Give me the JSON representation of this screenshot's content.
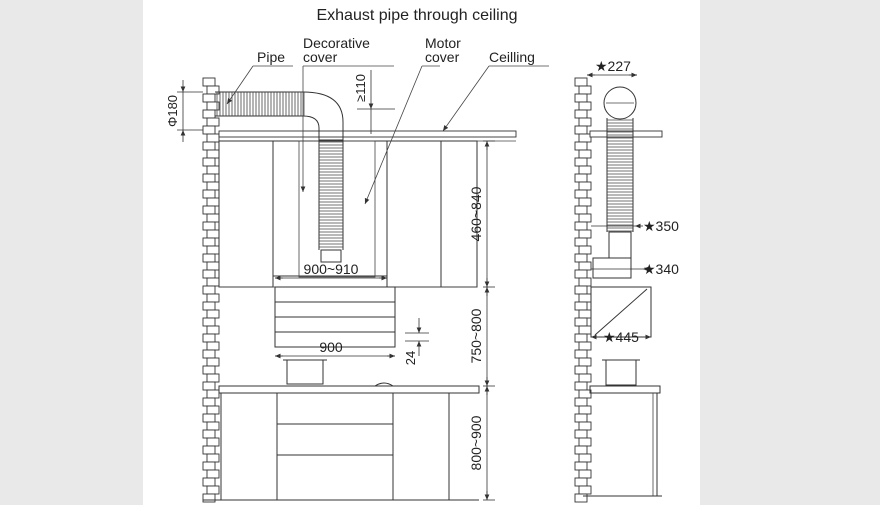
{
  "title": "Exhaust pipe through ceiling",
  "labels": {
    "pipe": "Pipe",
    "decorative_cover_1": "Decorative",
    "decorative_cover_2": "cover",
    "motor_cover_1": "Motor",
    "motor_cover_2": "cover",
    "ceiling": "Ceilling"
  },
  "dimensions": {
    "pipe_diameter": "Φ180",
    "ceiling_gap": "≥110",
    "upper_cabinet_height": "460~840",
    "cabinet_opening": "900~910",
    "hood_width": "900",
    "hood_offset": "24",
    "hood_above_counter": "750~800",
    "counter_height": "800~900"
  },
  "side_dimensions": {
    "top_clearance": "★227",
    "pipe_length": "★350",
    "motor_height": "★340",
    "hood_depth": "★445"
  }
}
